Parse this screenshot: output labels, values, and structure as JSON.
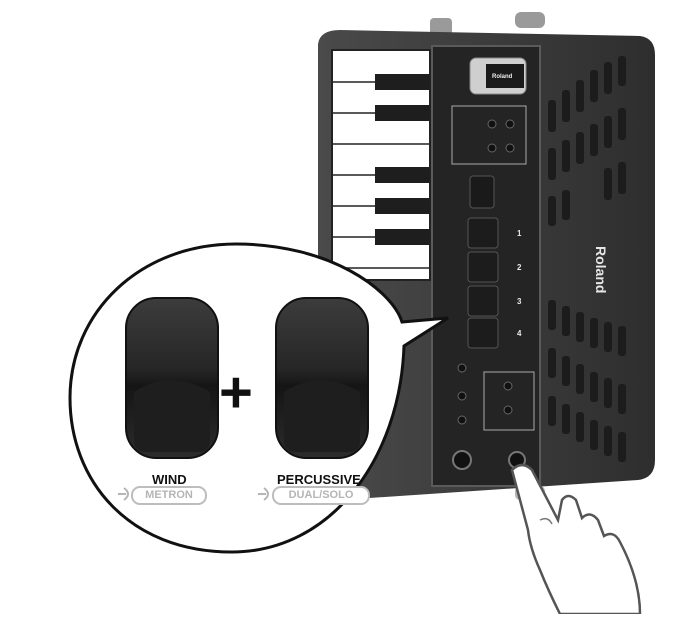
{
  "brand": {
    "badge_logo": "Roland",
    "side_logo": "Roland"
  },
  "register_numbers": [
    "1",
    "2",
    "3",
    "4"
  ],
  "callout": {
    "plus_sign": "+",
    "left_button": {
      "label": "WIND",
      "alt_label": "METRON"
    },
    "right_button": {
      "label": "PERCUSSIVE",
      "alt_label": "DUAL/SOLO"
    }
  },
  "colors": {
    "body": "#3a3a3a",
    "panel": "#2a2a2a",
    "keys_white": "#ffffff",
    "keys_black": "#1e1e1e",
    "alt_label_gray": "#b5b5b5"
  },
  "icons": [
    "pointing-hand-icon",
    "connector-icon"
  ]
}
